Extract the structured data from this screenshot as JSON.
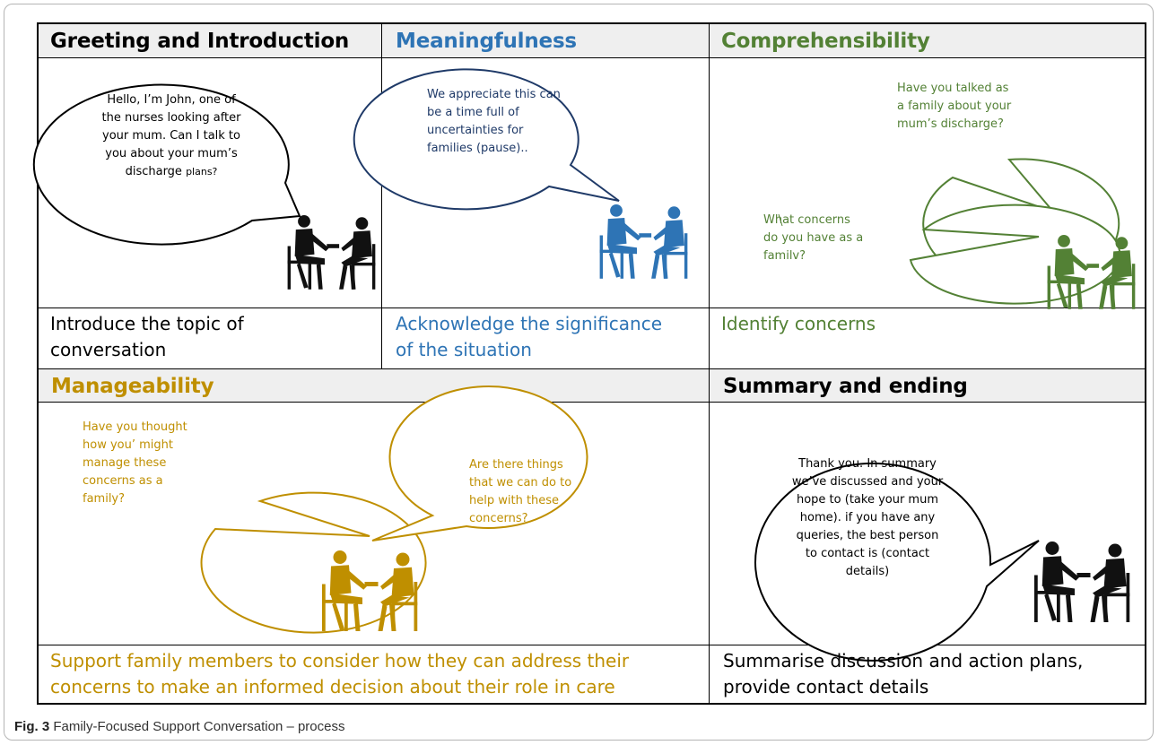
{
  "colors": {
    "black": "#000000",
    "meaningfulness": "#2e74b5",
    "meaningfulness_bubble": "#1f3a68",
    "comprehensibility": "#538135",
    "manageability": "#bf8f00",
    "header_bg": "#efefef"
  },
  "stages": {
    "greeting": {
      "title": "Greeting and Introduction",
      "speech": [
        "Hello, I’m John, one of",
        "the nurses looking after",
        "your mum. Can I talk to",
        "you about your mum’s",
        "discharge"
      ],
      "speech_small": "plans?",
      "description": [
        "Introduce the topic of",
        "conversation"
      ],
      "icon": "nurse-and-relative-seated-icon"
    },
    "meaningfulness": {
      "title": "Meaningfulness",
      "speech": [
        "We appreciate this can",
        "be a time full of",
        "uncertainties for",
        "families (pause).."
      ],
      "description": [
        "Acknowledge the significance",
        "of the situation"
      ],
      "icon": "nurse-and-relative-seated-icon"
    },
    "comprehensibility": {
      "title": "Comprehensibility",
      "speech_1": [
        "Have you talked as",
        "a family about your",
        "mum’s discharge?"
      ],
      "speech_2": [
        "What concerns",
        "do you have as a",
        "familv?"
      ],
      "description": [
        "Identify concerns"
      ],
      "icon": "nurse-and-relative-seated-icon"
    },
    "manageability": {
      "title": "Manageability",
      "speech_1": [
        "Have you thought",
        "how you’ might",
        "manage these",
        "concerns as a",
        "family?"
      ],
      "speech_2": [
        "Are there things",
        "that we can do to",
        "help with these",
        "concerns?"
      ],
      "description": [
        "Support family members to consider how they can address their",
        "concerns to make an informed decision about their role in care"
      ],
      "icon": "nurse-and-relative-seated-icon"
    },
    "summary": {
      "title": "Summary and ending",
      "speech": [
        "Thank you. In summary",
        "we’ve discussed and your",
        "hope to (take your mum",
        "home).  if you have any",
        "queries, the best person",
        "to contact is (contact",
        "details)"
      ],
      "description": [
        "Summarise discussion and action plans,",
        "provide contact details"
      ],
      "icon": "nurse-and-relative-seated-icon"
    }
  },
  "caption": {
    "label": "Fig. 3",
    "text": " Family-Focused Support Conversation – process"
  }
}
